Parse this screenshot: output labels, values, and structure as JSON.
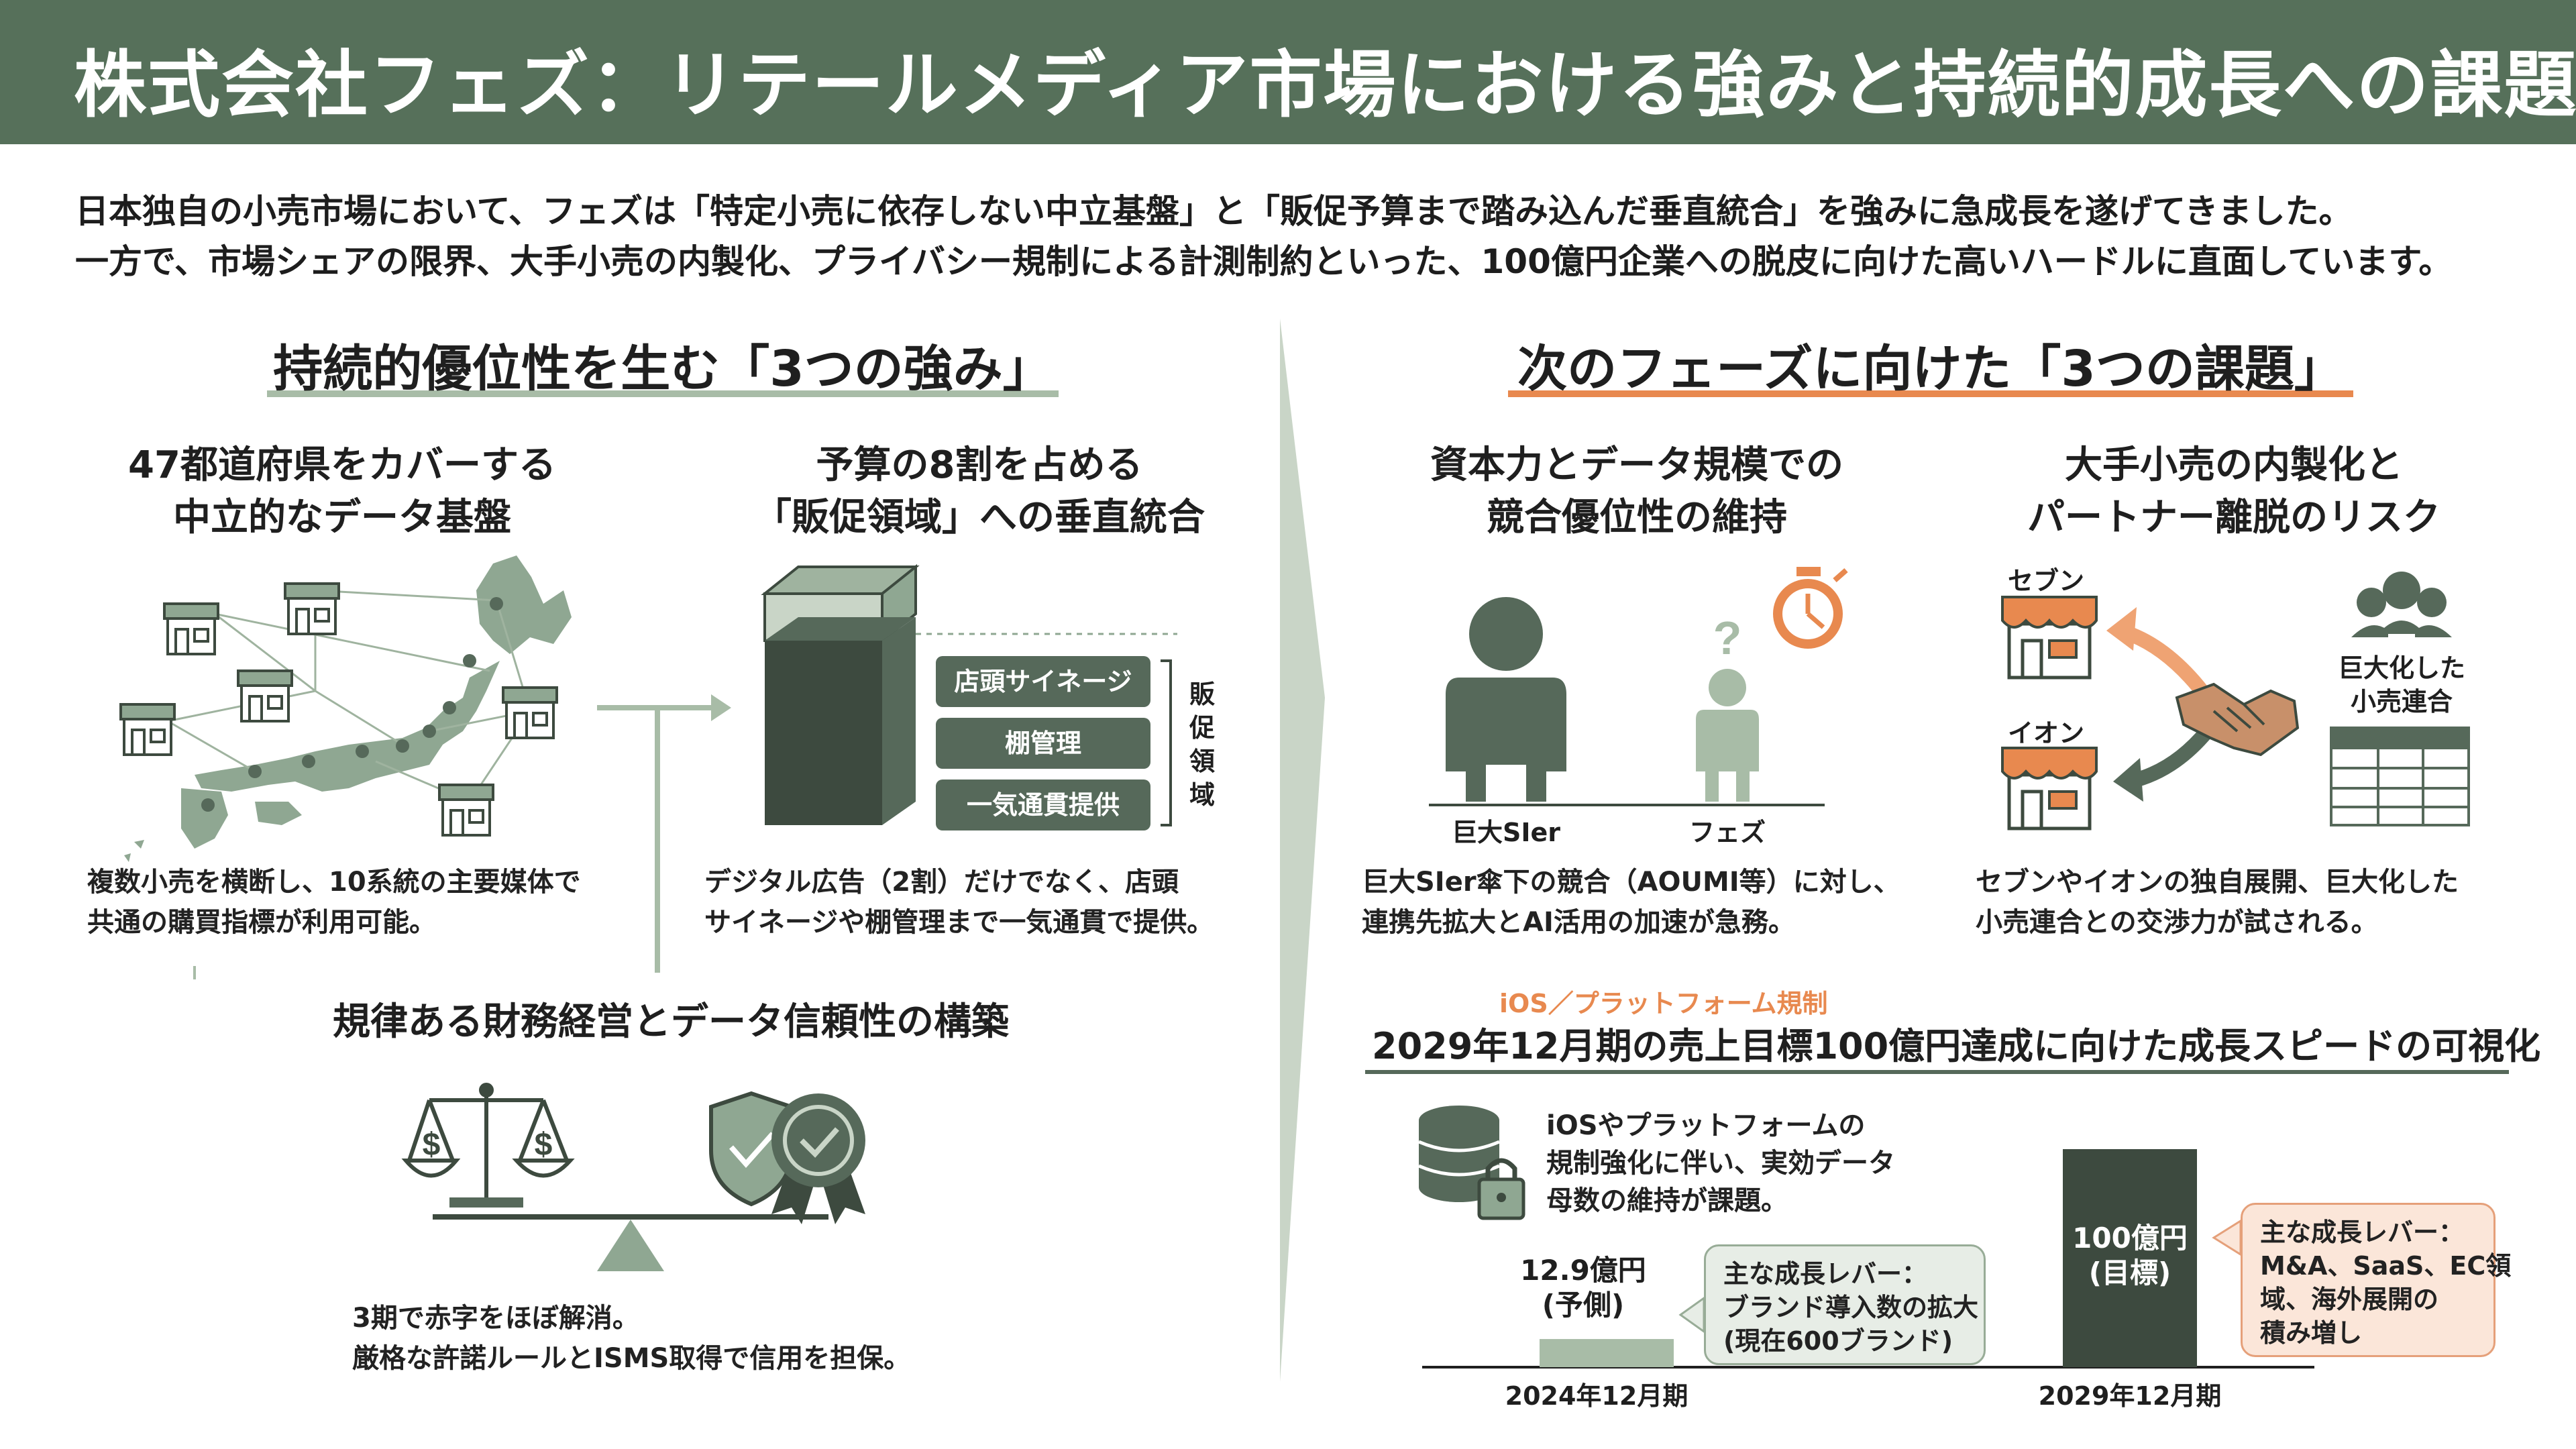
{
  "header": {
    "title": "株式会社フェズ：リテールメディア市場における強みと持続的成長への課題"
  },
  "intro": {
    "line1": "日本独自の小売市場において、フェズは「特定小売に依存しない中立基盤」と「販促予算まで踏み込んだ垂直統合」を強みに急成長を遂げてきました。",
    "line2": "一方で、市場シェアの限界、大手小売の内製化、プライバシー規制による計測制約といった、100億円企業への脱皮に向けた高いハードルに直面しています。"
  },
  "colors": {
    "header": "#56705a",
    "green_dark": "#56695a",
    "green_mid": "#8fa792",
    "green_light": "#c9d5c7",
    "orange": "#e8894f"
  },
  "strengths": {
    "title": "持続的優位性を生む「3つの強み」",
    "s1": {
      "title_line1": "47都道府県をカバーする",
      "title_line2": "中立的なデータ基盤",
      "desc_line1": "複数小売を横断し、10系統の主要媒体で",
      "desc_line2": "共通の購買指標が利用可能。",
      "icons": [
        "japan-map-icon",
        "store-icon"
      ]
    },
    "s2": {
      "title_line1": "予算の8割を占める",
      "title_line2": "「販促領域」への垂直統合",
      "pills": [
        "店頭サイネージ",
        "棚管理",
        "一気通貫提供"
      ],
      "bracket_label": "販促領域",
      "desc_line1": "デジタル広告（2割）だけでなく、店頭",
      "desc_line2": "サイネージや棚管理まで一気通貫で提供。"
    },
    "s3": {
      "title": "規律ある財務経営とデータ信頼性の構築",
      "desc_line1": "3期で赤字をほぼ解消。",
      "desc_line2": "厳格な許諾ルールとISMS取得で信用を担保。",
      "icons": [
        "scale-icon",
        "shield-check-icon",
        "certificate-badge-icon"
      ]
    }
  },
  "challenges": {
    "title": "次のフェーズに向けた「3つの課題」",
    "c1": {
      "title_line1": "資本力とデータ規模での",
      "title_line2": "競合優位性の維持",
      "label_big": "巨大SIer",
      "label_small": "フェズ",
      "desc_line1": "巨大SIer傘下の競合（AOUMI等）に対し、",
      "desc_line2": "連携先拡大とAI活用の加速が急務。",
      "icons": [
        "person-large-icon",
        "person-small-icon",
        "question-icon",
        "stopwatch-icon"
      ]
    },
    "c2": {
      "title_line1": "大手小売の内製化と",
      "title_line2": "パートナー離脱のリスク",
      "store1": "セブン",
      "store2": "イオン",
      "alliance_line1": "巨大化した",
      "alliance_line2": "小売連合",
      "desc_line1": "セブンやイオンの独自展開、巨大化した",
      "desc_line2": "小売連合との交渉力が試される。",
      "icons": [
        "store-icon",
        "handshake-icon",
        "group-icon",
        "table-icon"
      ]
    },
    "c3": {
      "tag": "iOS／プラットフォーム規制",
      "title": "2029年12月期の売上目標100億円達成に向けた成長スピードの可視化",
      "db_note_line1": "iOSやプラットフォームの",
      "db_note_line2": "規制強化に伴い、実効データ",
      "db_note_line3": "母数の維持が課題。",
      "icons": [
        "database-lock-icon"
      ]
    }
  },
  "chart_data": {
    "type": "bar",
    "categories": [
      "2024年12月期",
      "2029年12月期"
    ],
    "values": [
      12.9,
      100
    ],
    "value_labels": [
      {
        "line1": "12.9億円",
        "line2": "(予側)"
      },
      {
        "line1": "100億円",
        "line2": "(目標)"
      }
    ],
    "ylim": [
      0,
      100
    ],
    "callouts": [
      {
        "line1": "主な成長レバー：",
        "line2": "ブランド導入数の拡大",
        "line3": "(現在600ブランド)"
      },
      {
        "line1": "主な成長レバー：",
        "line2": "M&A、SaaS、EC領",
        "line3": "域、海外展開の",
        "line4": "積み増し"
      }
    ]
  }
}
